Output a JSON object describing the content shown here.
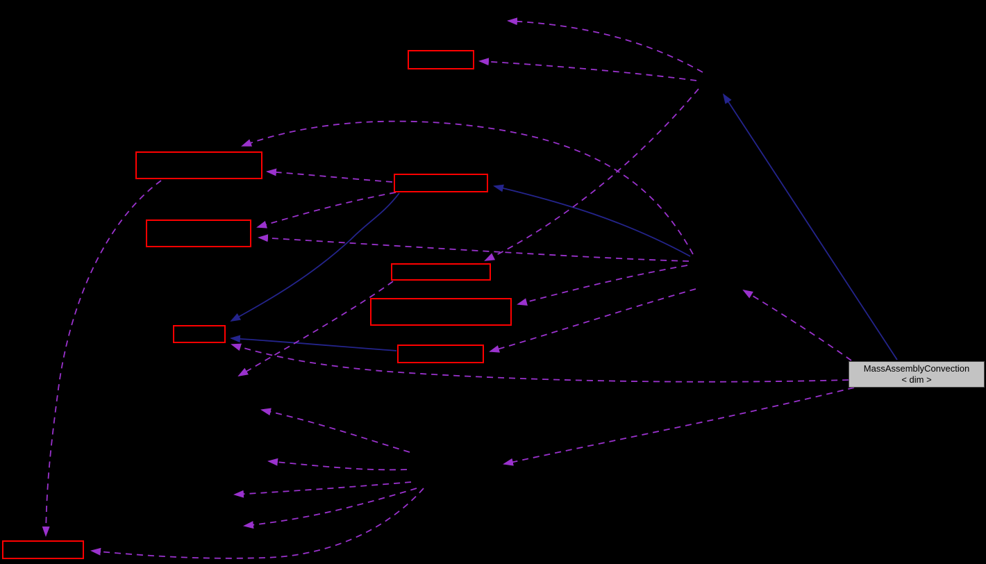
{
  "diagram": {
    "type": "collaboration-graph",
    "focus_node": {
      "label": "MassAssemblyConvection",
      "template_param": "< dim >"
    },
    "colors": {
      "background": "#000000",
      "node_border": "#ff0000",
      "node_fill": "#000000",
      "edge_dashed": "#9a32cd",
      "edge_solid": "#24248c",
      "focus_fill": "#c3c3c3",
      "focus_border": "#4a4a4a",
      "focus_text": "#000000"
    },
    "unlabeled_red_nodes": 9,
    "edge_counts": {
      "dashed_purple": 19,
      "solid_blue": 4
    }
  }
}
